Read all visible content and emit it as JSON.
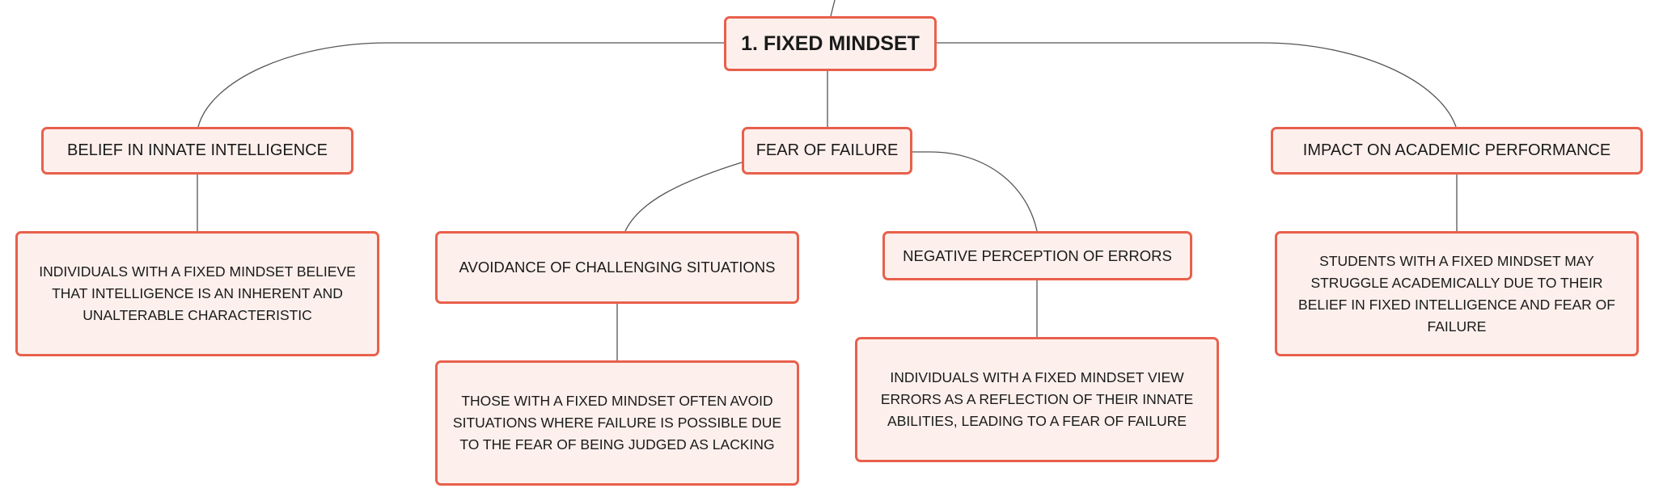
{
  "central_topic": {
    "label": "1. FIXED MINDSET"
  },
  "branches": [
    {
      "label": "BELIEF IN INNATE INTELLIGENCE",
      "detail": "INDIVIDUALS WITH A FIXED MINDSET BELIEVE THAT INTELLIGENCE IS AN INHERENT AND UNALTERABLE CHARACTERISTIC"
    },
    {
      "label": "FEAR OF FAILURE",
      "children": [
        {
          "label": "AVOIDANCE OF CHALLENGING SITUATIONS",
          "detail": "THOSE WITH A FIXED MINDSET OFTEN AVOID SITUATIONS WHERE FAILURE IS POSSIBLE DUE TO THE FEAR OF BEING JUDGED AS LACKING"
        },
        {
          "label": "NEGATIVE PERCEPTION OF ERRORS",
          "detail": "INDIVIDUALS WITH A FIXED MINDSET VIEW ERRORS AS A REFLECTION OF THEIR INNATE ABILITIES, LEADING TO A FEAR OF FAILURE"
        }
      ]
    },
    {
      "label": "IMPACT ON ACADEMIC PERFORMANCE",
      "detail": "STUDENTS WITH A FIXED MINDSET MAY STRUGGLE ACADEMICALLY DUE TO THEIR BELIEF IN FIXED INTELLIGENCE AND FEAR OF FAILURE"
    }
  ],
  "colors": {
    "node_fill": "#fdf0ec",
    "node_border": "#e8604c",
    "connector": "#555555",
    "text": "#1a1a1a"
  }
}
